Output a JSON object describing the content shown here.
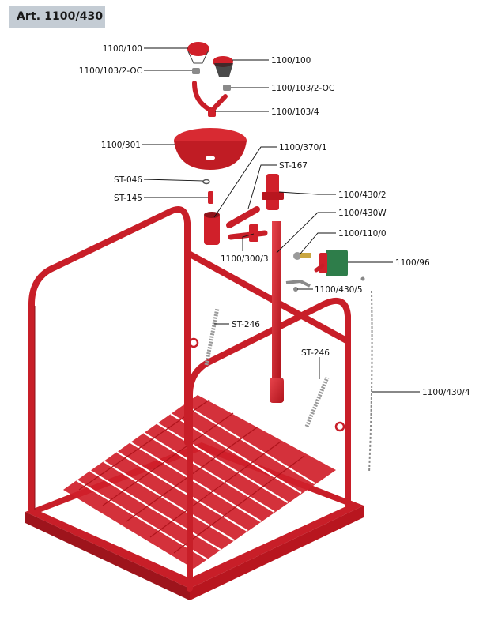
{
  "header": {
    "title": "Art. 1100/430"
  },
  "labels": {
    "p1": "1100/100",
    "p2": "1100/103/2-OC",
    "p3": "1100/100",
    "p4": "1100/103/2-OC",
    "p5": "1100/103/4",
    "p6": "1100/301",
    "p7": "1100/370/1",
    "p8": "ST-167",
    "p9": "ST-046",
    "p10": "ST-145",
    "p11": "1100/430/2",
    "p12": "1100/430W",
    "p13": "1100/110/0",
    "p14": "1100/96",
    "p15": "1100/300/3",
    "p16": "1100/430/5",
    "p17": "ST-246",
    "p18": "ST-246",
    "p19": "1100/430/4"
  },
  "colors": {
    "part_red": "#d0202a",
    "sign_green": "#2e7d4a",
    "title_bg": "#c4ccd4"
  }
}
